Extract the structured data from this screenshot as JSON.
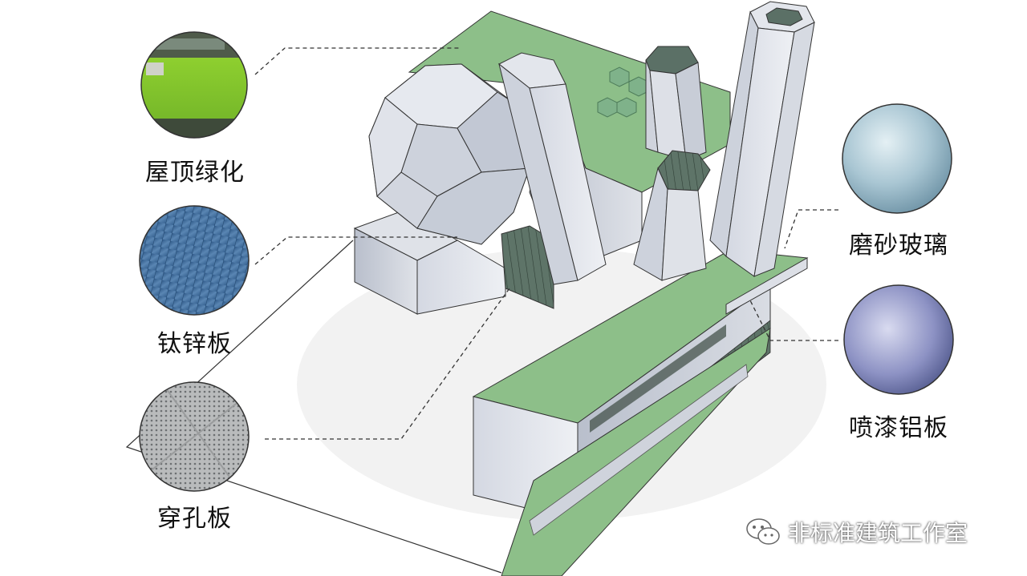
{
  "materials": [
    {
      "label": "屋顶绿化",
      "swatch": "green-roof"
    },
    {
      "label": "钛锌板",
      "swatch": "titanium-zinc-panel"
    },
    {
      "label": "穿孔板",
      "swatch": "perforated-panel"
    },
    {
      "label": "磨砂玻璃",
      "swatch": "frosted-glass"
    },
    {
      "label": "喷漆铝板",
      "swatch": "painted-aluminum-panel"
    }
  ],
  "watermark": {
    "text": "非标准建筑工作室",
    "icon": "wechat-icon"
  },
  "colors": {
    "roof_green": "#8dbf89",
    "facade_grey": "#dfe2e8",
    "glass_dark": "#5e7468",
    "zinc_blue": "#3f6b98",
    "frosted": "#b8d0dc",
    "aluminum": "#8f95c4"
  }
}
